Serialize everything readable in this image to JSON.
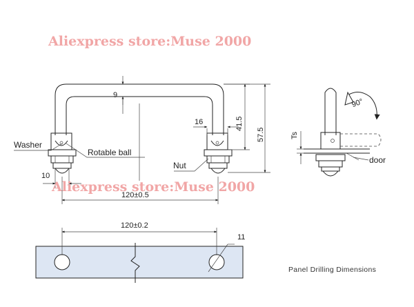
{
  "watermark": {
    "top": "Aliexpress store:Muse 2000",
    "middle": "Aliexpress store:Muse 2000"
  },
  "labels": {
    "washer": "Washer",
    "rotable_ball": "Rotable ball",
    "nut": "Nut",
    "door": "door",
    "ts": "Ts",
    "angle": "90°",
    "panel_drilling": "Panel Drilling Dimensions"
  },
  "dimensions": {
    "nine": "9",
    "sixteen": "16",
    "forty_one_five": "41.5",
    "fifty_seven_five": "57.5",
    "ten": "10",
    "span_handle": "120±0.5",
    "span_holes": "120±0.2",
    "hole_dia": "11"
  },
  "colors": {
    "panel_fill": "#dde6f3",
    "watermark": "#f1a6a6",
    "line": "#222222"
  }
}
